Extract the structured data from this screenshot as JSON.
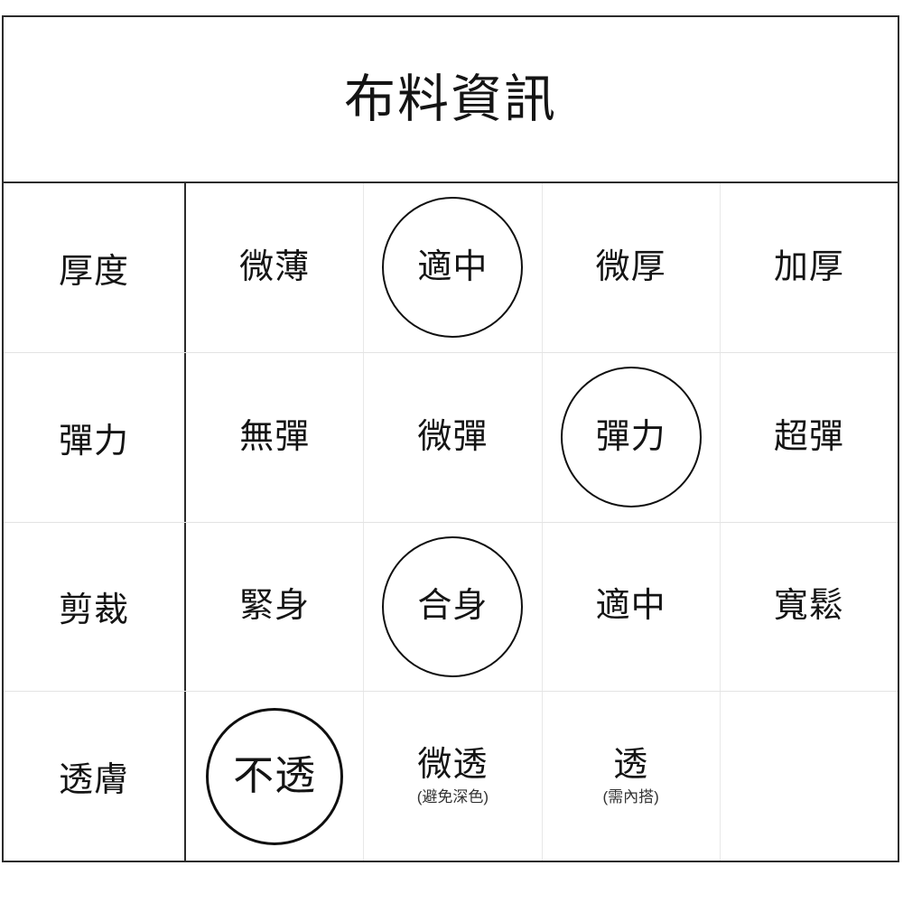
{
  "card": {
    "title": "布料資訊"
  },
  "colors": {
    "border_outer": "#2b2b2b",
    "border_inner": "#e8e8e8",
    "text": "#141414",
    "note_text": "#333333",
    "ring": "#0f0f0f",
    "background": "#ffffff"
  },
  "table": {
    "rows": [
      {
        "label": "厚度",
        "options": [
          {
            "text": "微薄",
            "note": "",
            "selected": false
          },
          {
            "text": "適中",
            "note": "",
            "selected": true
          },
          {
            "text": "微厚",
            "note": "",
            "selected": false
          },
          {
            "text": "加厚",
            "note": "",
            "selected": false
          }
        ]
      },
      {
        "label": "彈力",
        "options": [
          {
            "text": "無彈",
            "note": "",
            "selected": false
          },
          {
            "text": "微彈",
            "note": "",
            "selected": false
          },
          {
            "text": "彈力",
            "note": "",
            "selected": true
          },
          {
            "text": "超彈",
            "note": "",
            "selected": false
          }
        ]
      },
      {
        "label": "剪裁",
        "options": [
          {
            "text": "緊身",
            "note": "",
            "selected": false
          },
          {
            "text": "合身",
            "note": "",
            "selected": true
          },
          {
            "text": "適中",
            "note": "",
            "selected": false
          },
          {
            "text": "寬鬆",
            "note": "",
            "selected": false
          }
        ]
      },
      {
        "label": "透膚",
        "options": [
          {
            "text": "不透",
            "note": "",
            "selected": true
          },
          {
            "text": "微透",
            "note": "(避免深色)",
            "selected": false
          },
          {
            "text": "透",
            "note": "(需內搭)",
            "selected": false
          },
          {
            "text": "",
            "note": "",
            "selected": false
          }
        ]
      }
    ]
  }
}
